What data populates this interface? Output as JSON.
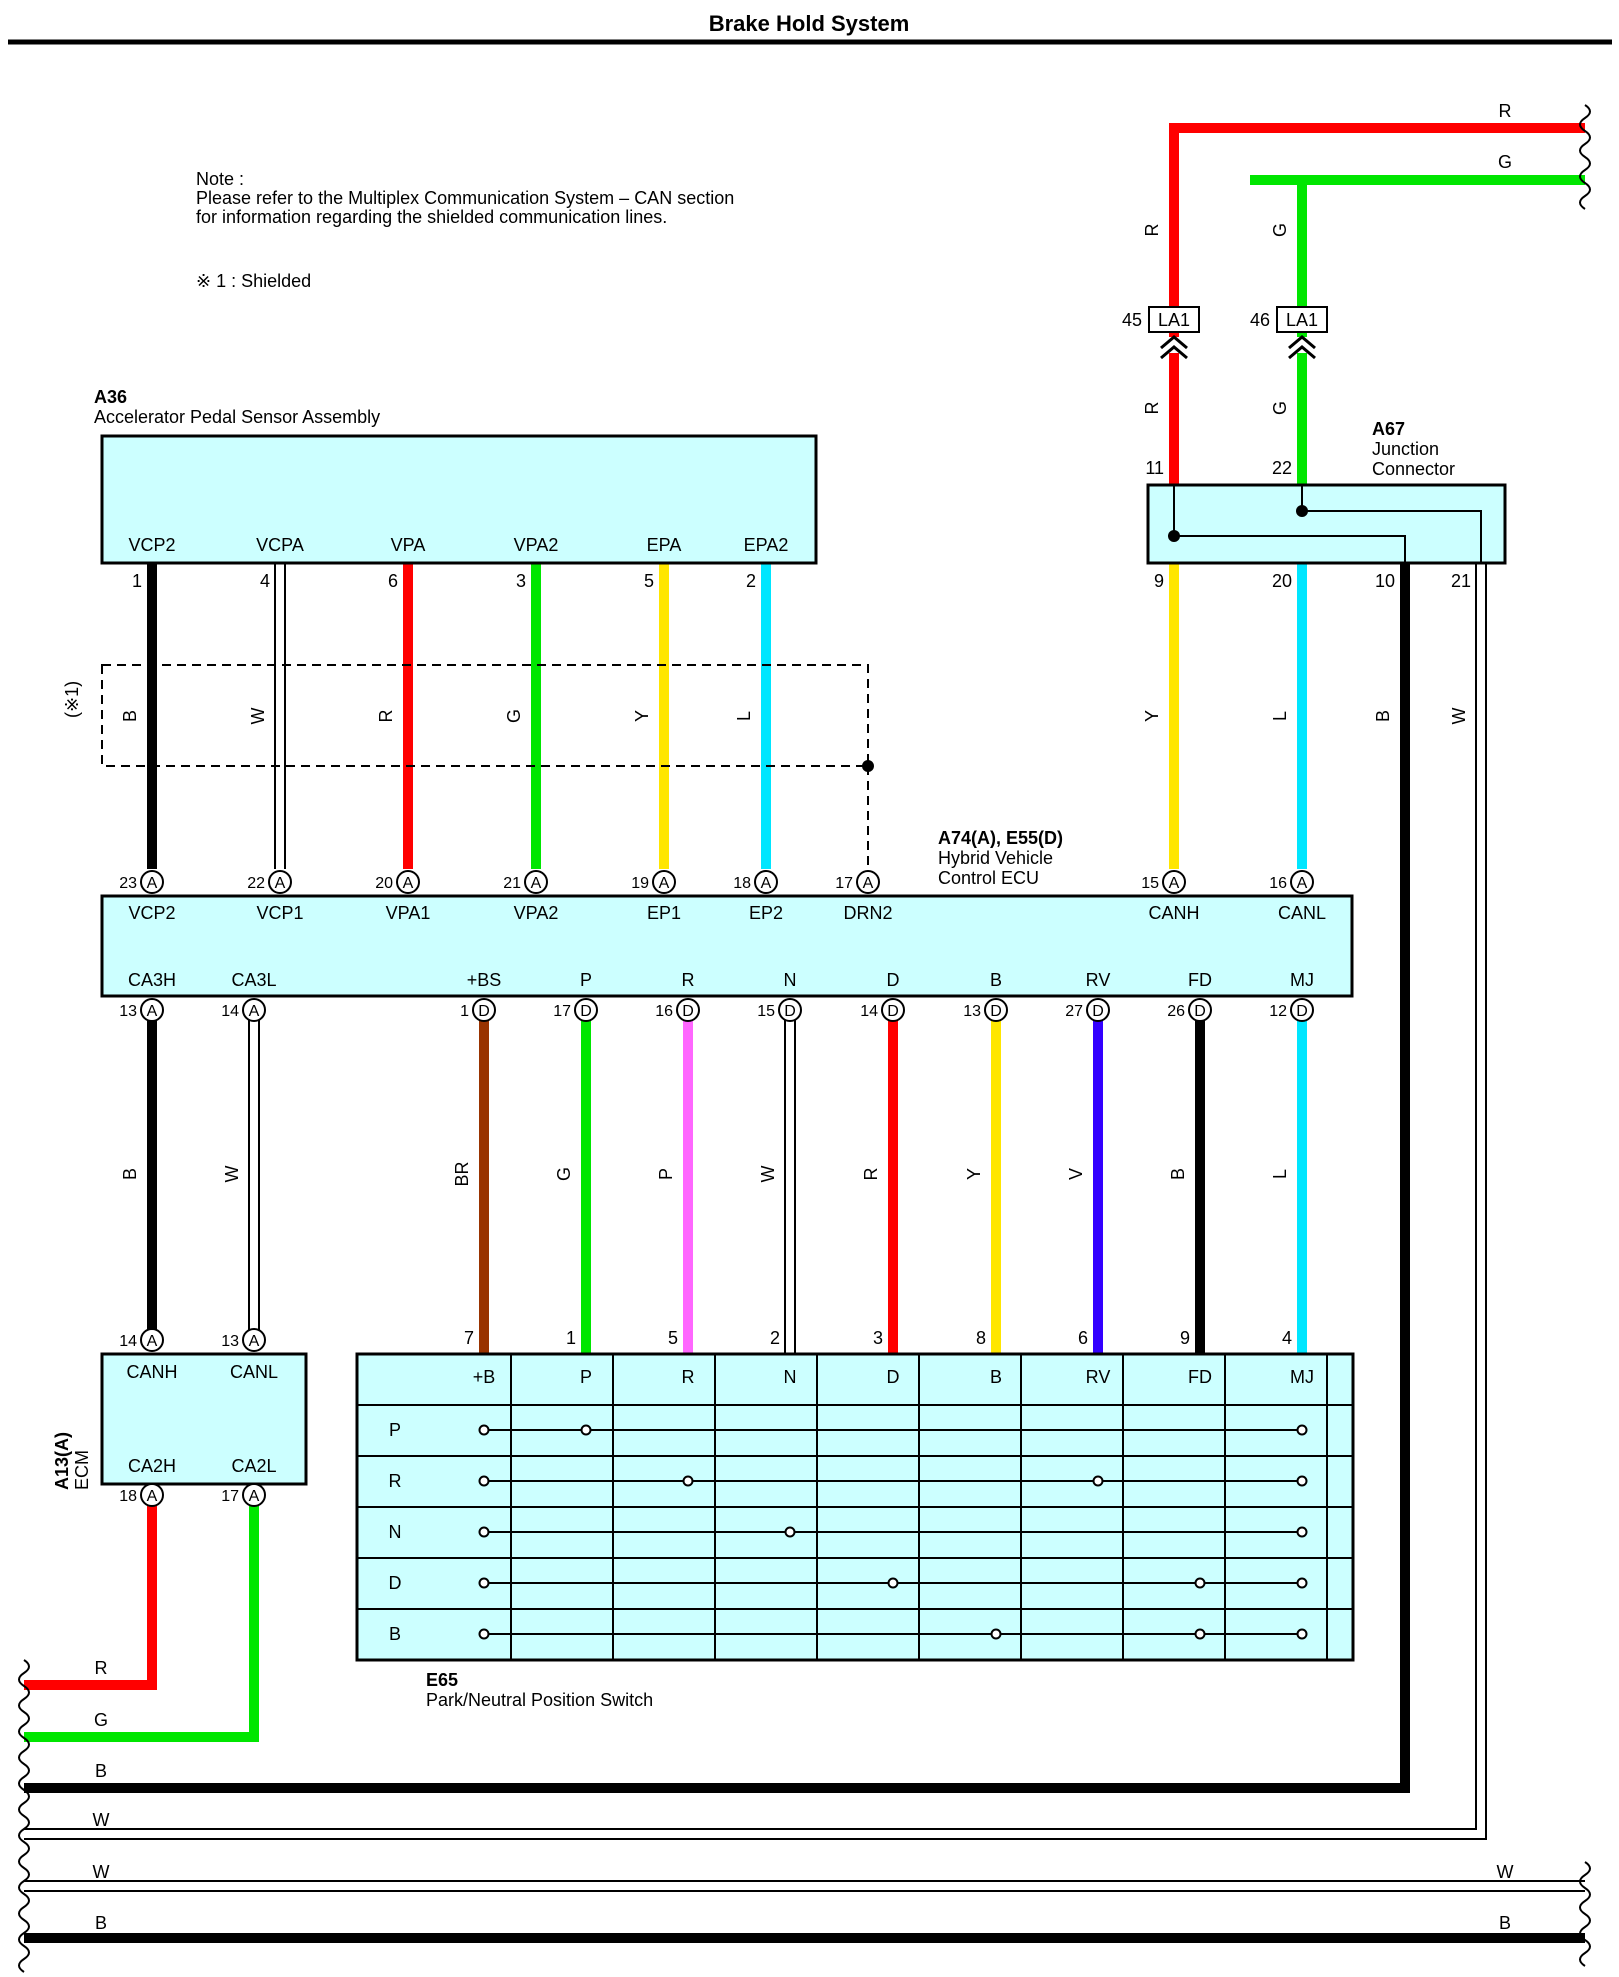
{
  "title": "Brake Hold System",
  "note": {
    "heading": "Note :",
    "line1": "Please refer to the Multiplex Communication System – CAN section",
    "line2": "for information regarding the shielded communication lines.",
    "shield": "※ 1 : Shielded",
    "shield_tag": "(※1)"
  },
  "colors": {
    "B": "#000000",
    "W": "#ffffff",
    "R": "#ff0000",
    "G": "#00e600",
    "Y": "#ffe600",
    "L": "#00e6ff",
    "BR": "#993300",
    "P": "#ff66ff",
    "V": "#3300ff",
    "box": "#ccffff"
  },
  "components": {
    "a36": {
      "code": "A36",
      "name": "Accelerator Pedal Sensor Assembly",
      "terminals": [
        "VCP2",
        "VCPA",
        "VPA",
        "VPA2",
        "EPA",
        "EPA2"
      ],
      "pins": [
        "1",
        "4",
        "6",
        "3",
        "5",
        "2"
      ]
    },
    "a67": {
      "code": "A67",
      "name1": "Junction",
      "name2": "Connector",
      "pins_top": [
        "11",
        "22"
      ],
      "pins_bottom": [
        "9",
        "20",
        "10",
        "21"
      ]
    },
    "ecu": {
      "code": "A74(A), E55(D)",
      "name1": "Hybrid Vehicle",
      "name2": "Control ECU",
      "top_terms": [
        "VCP2",
        "VCP1",
        "VPA1",
        "VPA2",
        "EP1",
        "EP2",
        "DRN2",
        "CANH",
        "CANL"
      ],
      "top_pins": [
        "23",
        "22",
        "20",
        "21",
        "19",
        "18",
        "17",
        "15",
        "16"
      ],
      "bottom_terms": [
        "CA3H",
        "CA3L",
        "+BS",
        "P",
        "R",
        "N",
        "D",
        "B",
        "RV",
        "FD",
        "MJ"
      ],
      "bottom_pins": [
        "13",
        "14",
        "1",
        "17",
        "16",
        "15",
        "14",
        "13",
        "27",
        "26",
        "12"
      ],
      "bottom_conn": [
        "A",
        "A",
        "D",
        "D",
        "D",
        "D",
        "D",
        "D",
        "D",
        "D",
        "D"
      ]
    },
    "ecm": {
      "code": "A13(A)",
      "name": "ECM",
      "top_terms": [
        "CANH",
        "CANL"
      ],
      "top_pins": [
        "14",
        "13"
      ],
      "bottom_terms": [
        "CA2H",
        "CA2L"
      ],
      "bottom_pins": [
        "18",
        "17"
      ]
    },
    "e65": {
      "code": "E65",
      "name": "Park/Neutral Position Switch",
      "cols": [
        "+B",
        "P",
        "R",
        "N",
        "D",
        "B",
        "RV",
        "FD",
        "MJ"
      ],
      "pins": [
        "7",
        "1",
        "5",
        "2",
        "3",
        "8",
        "6",
        "9",
        "4"
      ],
      "rows": [
        "P",
        "R",
        "N",
        "D",
        "B"
      ],
      "continuity": [
        [
          "+B",
          "P",
          "MJ"
        ],
        [
          "+B",
          "R",
          "RV",
          "MJ"
        ],
        [
          "+B",
          "N",
          "MJ"
        ],
        [
          "+B",
          "D",
          "FD",
          "MJ"
        ],
        [
          "+B",
          "B",
          "FD",
          "MJ"
        ]
      ]
    }
  },
  "connector": {
    "code": "LA1",
    "pin_r": "45",
    "pin_g": "46",
    "conn_a": "A",
    "conn_d": "D"
  },
  "wires": {
    "a36_ecu": [
      "B",
      "W",
      "R",
      "G",
      "Y",
      "L"
    ],
    "a67_ecu": [
      "Y",
      "L",
      "B",
      "W"
    ],
    "la1": [
      "R",
      "G"
    ],
    "ecu_ecm": [
      "B",
      "W"
    ],
    "ecu_e65": [
      "BR",
      "G",
      "P",
      "W",
      "R",
      "Y",
      "V",
      "B",
      "L"
    ],
    "ecm_out": [
      "R",
      "G"
    ],
    "left_bus": [
      "R",
      "G",
      "B",
      "W",
      "W",
      "B"
    ],
    "right_bus": [
      "R",
      "G",
      "W",
      "B"
    ]
  }
}
